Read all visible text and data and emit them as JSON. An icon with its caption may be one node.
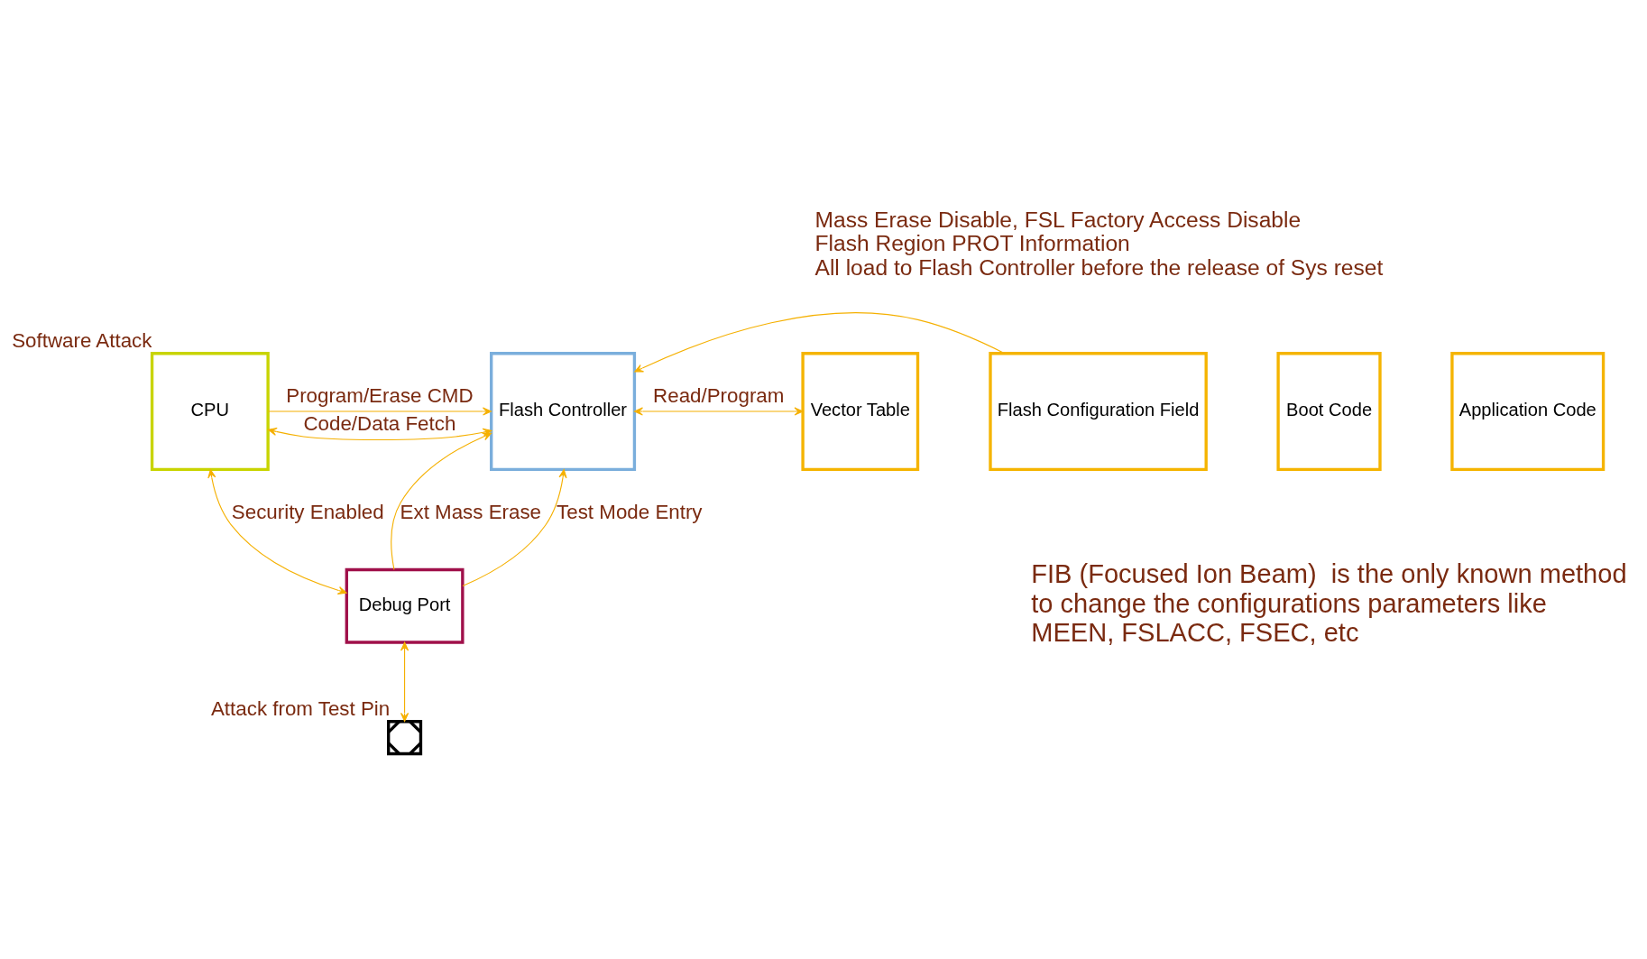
{
  "diagram": {
    "nodes": [
      {
        "text": [
          "CPU"
        ],
        "beside": [
          "Software Attack"
        ]
      },
      {
        "text": [
          "Flash Controller"
        ]
      },
      {
        "text": [
          "Vector Table"
        ]
      },
      {
        "text": [
          "Flash Configuration Field"
        ]
      },
      {
        "text": [
          "Boot Code"
        ]
      },
      {
        "text": [
          "Application Code"
        ]
      },
      {
        "text": [
          "Debug Port"
        ]
      },
      {
        "text": [],
        "shape": "box",
        "beside": [
          "Attack from Test Pin"
        ]
      }
    ],
    "edges": [
      {
        "from": 0,
        "to": 1,
        "arrow": "both",
        "label": "Code/Data Fetch"
      },
      {
        "from": 0,
        "to": 1,
        "arrow": "to",
        "label": "Program/Erase CMD"
      },
      {
        "from": 1,
        "to": 2,
        "arrow": "both",
        "label": "Read/Program"
      },
      {
        "from": 3,
        "to": 1,
        "arrow": "to"
      },
      {
        "from": 6,
        "to": 1,
        "arrow": "to",
        "label": "Ext Mass Erase"
      },
      {
        "from": 6,
        "to": 1,
        "arrow": "to",
        "label": "Test Mode Entry"
      },
      {
        "from": 0,
        "to": 6,
        "arrow": "both",
        "label": "Security Enabled"
      },
      {
        "from": 6,
        "to": 7,
        "arrow": "both"
      }
    ],
    "labels": [
      "Mass Erase Disable, FSL Factory Access Disable",
      "Flash Region PROT Information",
      "All load to Flash Controller before the release of Sys reset",
      "FIB (Focused Ion Beam)  is the only known method to change the configurations parameters like MEEN, FSLACC, FSEC, etc"
    ]
  }
}
